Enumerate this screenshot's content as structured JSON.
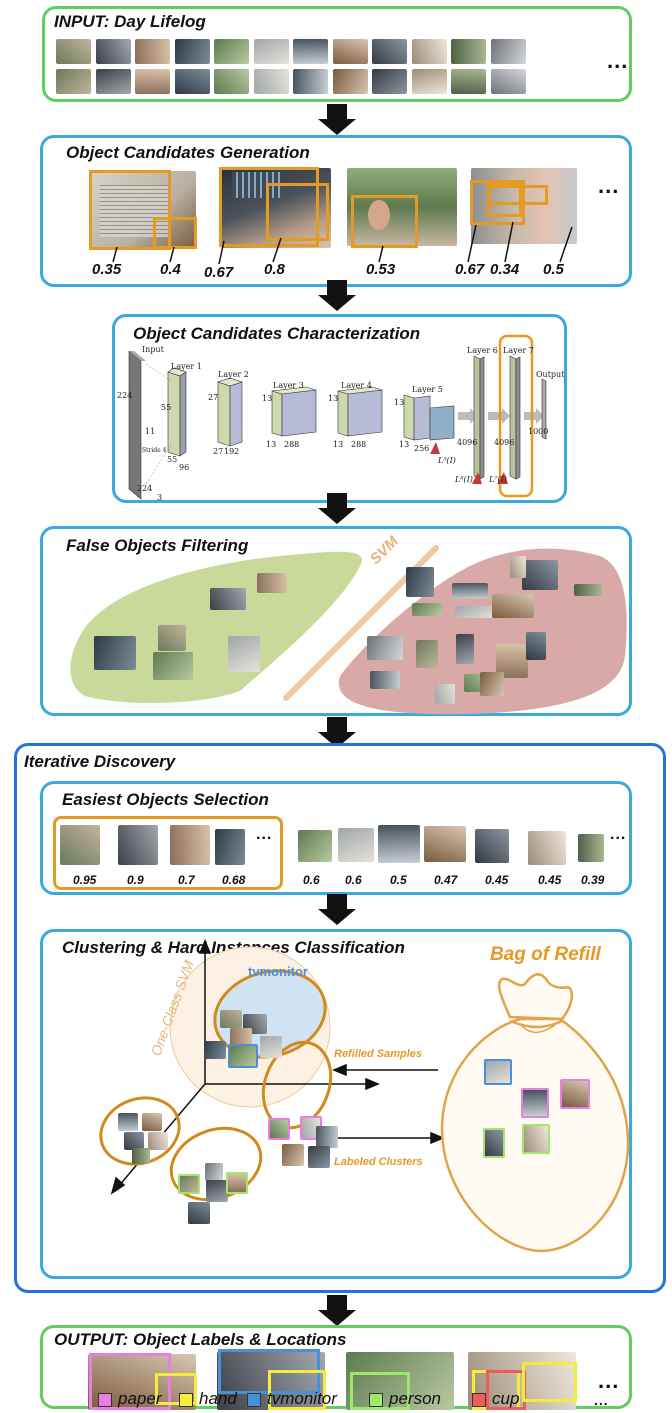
{
  "panels": {
    "input_title": "INPUT: Day Lifelog",
    "generation_title": "Object Candidates Generation",
    "characterization_title": "Object Candidates Characterization",
    "filtering_title": "False Objects Filtering",
    "iterative_title": "Iterative Discovery",
    "easiest_title": "Easiest Objects Selection",
    "clustering_title": "Clustering & Hard Instances Classification",
    "output_title": "OUTPUT: Object Labels & Locations"
  },
  "ellipsis": "...",
  "generation_scores": [
    "0.35",
    "0.4",
    "0.67",
    "0.8",
    "0.53",
    "0.67",
    "0.34",
    "0.5"
  ],
  "cnn": {
    "input": "Input",
    "layer1": "Layer 1",
    "layer2": "Layer 2",
    "layer3": "Layer 3",
    "layer4": "Layer 4",
    "layer5": "Layer 5",
    "layer6": "Layer 6",
    "layer7": "Layer 7",
    "output": "Output",
    "d224a": "224",
    "d224b": "224",
    "d3": "3",
    "d55a": "55",
    "d55b": "55",
    "d96": "96",
    "d27a": "27",
    "d27b": "27",
    "d192": "192",
    "d13a": "13",
    "d13b": "13",
    "d288a": "288",
    "d13c": "13",
    "d13d": "13",
    "d288b": "288",
    "d13e": "13",
    "d13f": "13",
    "d256": "256",
    "d4096a": "4096",
    "d4096b": "4096",
    "d1000": "1000",
    "k11": "11",
    "stride": "Stride 4",
    "l5": "L⁵(I)",
    "l6": "L⁶(I)",
    "l7": "L⁷(I)"
  },
  "svm_label": "SVM",
  "easiest_scores_selected": [
    "0.95",
    "0.9",
    "0.7",
    "0.68"
  ],
  "easiest_scores_rest": [
    "0.6",
    "0.6",
    "0.5",
    "0.47",
    "0.45",
    "0.45",
    "0.39"
  ],
  "clustering": {
    "one_class_svm": "One-Class SVM",
    "tvmonitor": "tvmonitor",
    "bag_of_refill": "Bag of Refill",
    "refilled_samples": "Refilled Samples",
    "labeled_clusters": "Labeled Clusters"
  },
  "legend": [
    {
      "label": "paper",
      "color": "#e77fe3"
    },
    {
      "label": "hand",
      "color": "#f5ec3a"
    },
    {
      "label": "tvmonitor",
      "color": "#4b8fd8"
    },
    {
      "label": "person",
      "color": "#9ee86a"
    },
    {
      "label": "cup",
      "color": "#ef5c5c"
    }
  ],
  "colors": {
    "green_border": "#5fcf5f",
    "blue_border": "#3aa9e0",
    "dark_blue_border": "#2672d9",
    "orange": "#e59a25",
    "true_region": "#c9d99a",
    "false_region": "#d8a9a6"
  }
}
